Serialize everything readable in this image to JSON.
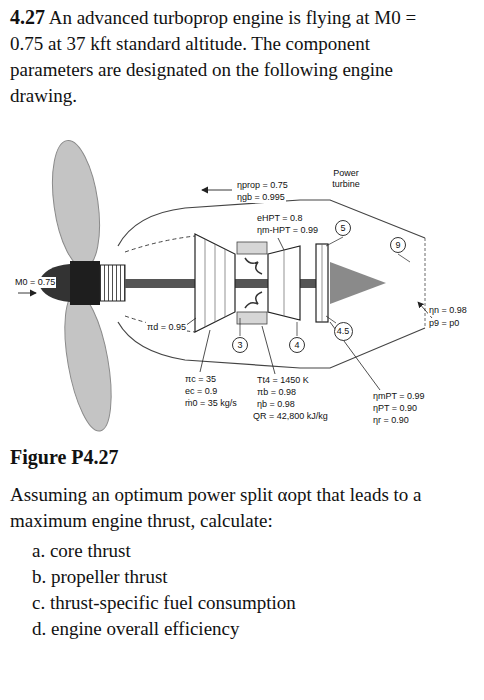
{
  "diagram": {
    "caption": "Figure P4.27",
    "nodes": [
      {
        "text": [
          "5"
        ]
      },
      {
        "text": [
          "9"
        ]
      },
      {
        "text": [
          "3"
        ]
      },
      {
        "text": [
          "4"
        ]
      },
      {
        "text": [
          "4.5"
        ]
      }
    ],
    "labels": [
      "4.27",
      "An advanced turboprop engine is flying at M0 = 0.75 at 37 kft standard altitude. The component parameters are designated on the following engine drawing.",
      "ηprop = 0.75",
      "ηgb = 0.995",
      "Power turbine",
      "eHPT = 0.8",
      "ηm-HPT = 0.99",
      "M0 = 0.75",
      "πd = 0.95",
      "ηn = 0.98",
      "p9 = p0",
      "πc = 35",
      "ec = 0.9",
      "ṁ0 = 35 kg/s",
      "Tt4 = 1450 K",
      "πb = 0.98",
      "ηb = 0.98",
      "QR = 42,800 kJ/kg",
      "ηmPT = 0.99",
      "ηPT = 0.90",
      "ηr = 0.90",
      "Assuming an optimum power split αopt that leads to a maximum engine thrust, calculate:",
      "a. core thrust",
      "b. propeller thrust",
      "c. thrust-specific fuel consumption",
      "d. engine overall efficiency"
    ]
  }
}
